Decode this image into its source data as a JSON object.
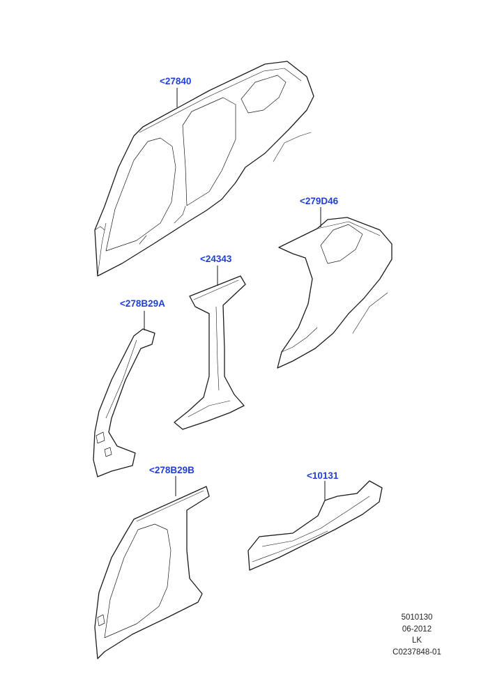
{
  "callouts": [
    {
      "id": "c1",
      "label": "<27840"
    },
    {
      "id": "c2",
      "label": "<279D46"
    },
    {
      "id": "c3",
      "label": "<24343"
    },
    {
      "id": "c4",
      "label": "<278B29A"
    },
    {
      "id": "c5",
      "label": "<278B29B"
    },
    {
      "id": "c6",
      "label": "<10131"
    }
  ],
  "footer": {
    "line1": "5010130",
    "line2": "06-2012",
    "line3": "LK",
    "line4": "C0237848-01"
  },
  "colors": {
    "callout": "#1f3fd6",
    "line": "#1a1a1a"
  }
}
